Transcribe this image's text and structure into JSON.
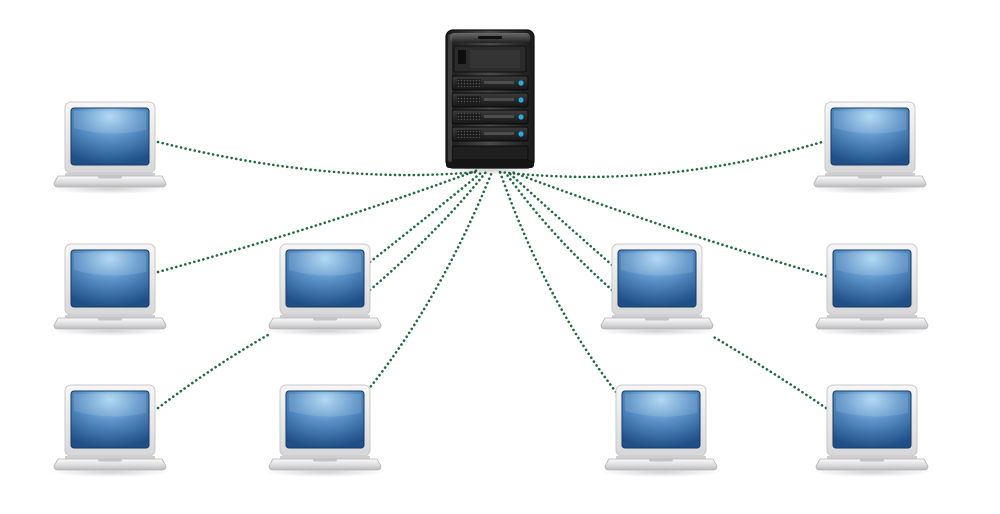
{
  "diagram": {
    "type": "network-topology",
    "colors": {
      "link": "#1f6b3a",
      "screen_dark": "#1f4f86",
      "screen_light": "#8fc3ea",
      "laptop_body": "#e9e9ea",
      "server_body": "#262626",
      "server_led": "#2aa8e0"
    },
    "server": {
      "icon": "server-icon"
    },
    "laptops": [
      {
        "id": "laptop-top-left",
        "icon": "laptop-icon"
      },
      {
        "id": "laptop-top-right",
        "icon": "laptop-icon"
      },
      {
        "id": "laptop-mid-left",
        "icon": "laptop-icon"
      },
      {
        "id": "laptop-mid-center-left",
        "icon": "laptop-icon"
      },
      {
        "id": "laptop-mid-center-right",
        "icon": "laptop-icon"
      },
      {
        "id": "laptop-mid-right",
        "icon": "laptop-icon"
      },
      {
        "id": "laptop-bottom-left",
        "icon": "laptop-icon"
      },
      {
        "id": "laptop-bottom-center-left",
        "icon": "laptop-icon"
      },
      {
        "id": "laptop-bottom-center-right",
        "icon": "laptop-icon"
      },
      {
        "id": "laptop-bottom-right",
        "icon": "laptop-icon"
      }
    ]
  }
}
